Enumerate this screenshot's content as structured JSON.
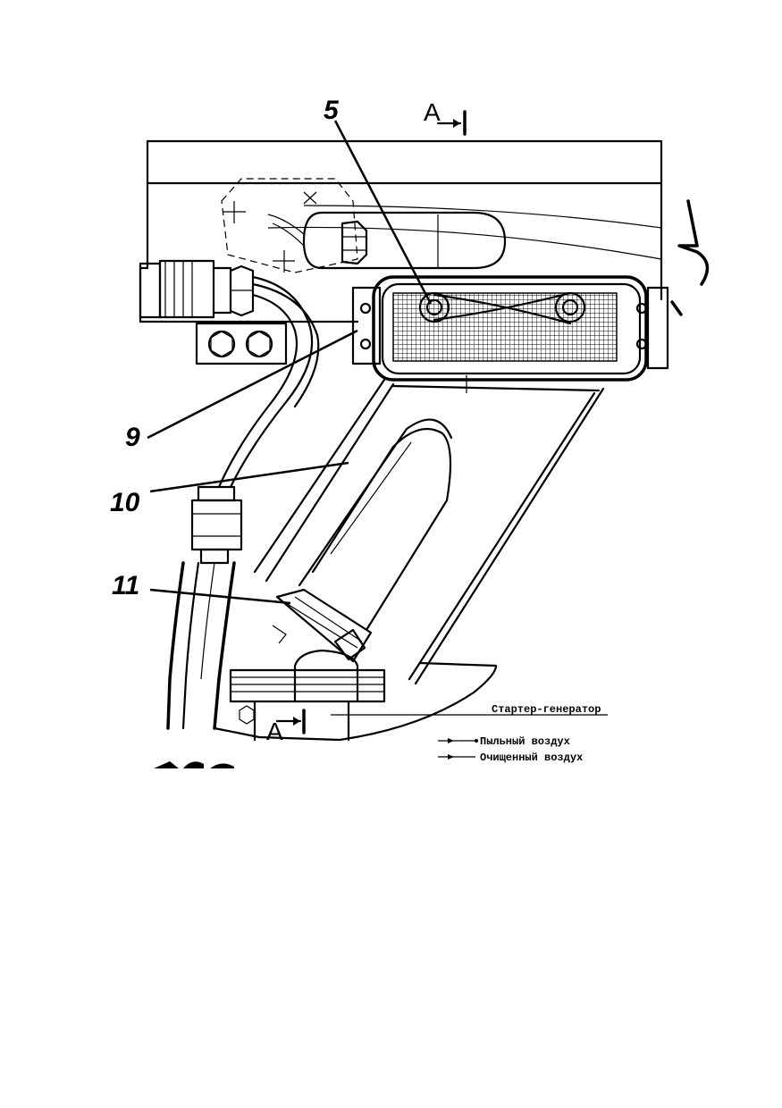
{
  "callouts": {
    "c5": "5",
    "c9": "9",
    "c10": "10",
    "c11": "11"
  },
  "section_marks": {
    "top": "A",
    "bottom": "A"
  },
  "labels": {
    "starter_generator": "Стартер-генератор"
  },
  "legend": {
    "dusty_air": "Пыльный воздух",
    "clean_air": "Очищенный воздух"
  },
  "colors": {
    "line": "#000000",
    "paper": "#ffffff"
  }
}
